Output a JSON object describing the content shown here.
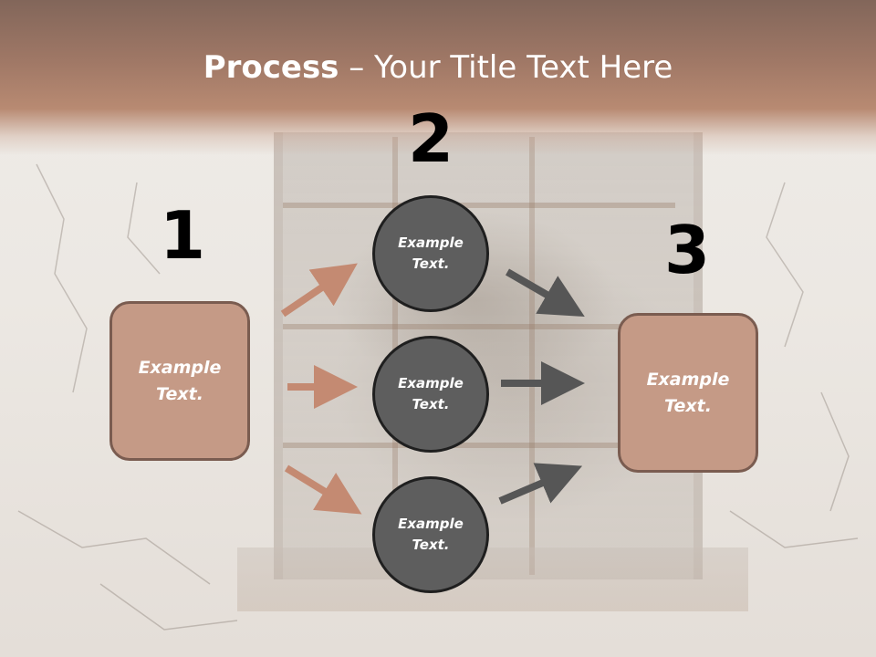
{
  "slide": {
    "title_bold": "Process",
    "title_rest": " – Your Title Text Here"
  },
  "steps": [
    {
      "number": "1"
    },
    {
      "number": "2"
    },
    {
      "number": "3"
    }
  ],
  "left_box": {
    "text": "Example\nText."
  },
  "right_box": {
    "text": "Example\nText."
  },
  "circles": [
    {
      "text": "Example\nText."
    },
    {
      "text": "Example\nText."
    },
    {
      "text": "Example\nText."
    }
  ],
  "colors": {
    "header": "#a07866",
    "box_fill": "#c59a86",
    "box_border": "#7a5c50",
    "circle_fill": "#5e5e5e",
    "circle_border": "#1f1f1f",
    "arrow_left": "#c48a72",
    "arrow_right": "#565656"
  }
}
